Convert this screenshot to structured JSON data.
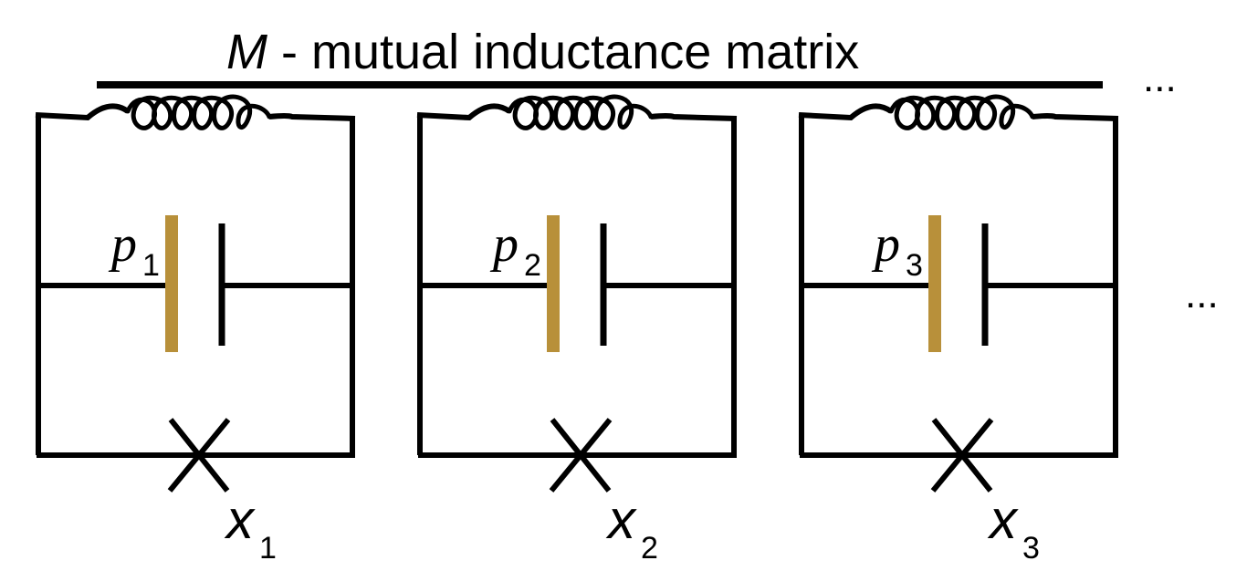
{
  "title": {
    "symbol": "M",
    "separator": " - ",
    "text": "mutual inductance matrix"
  },
  "ellipsis": "...",
  "colors": {
    "wire": "#000000",
    "capacitor_plate_accent": "#b8903a"
  },
  "circuits": [
    {
      "p_var": "p",
      "p_sub": "1",
      "x_var": "x",
      "x_sub": "1"
    },
    {
      "p_var": "p",
      "p_sub": "2",
      "x_var": "x",
      "x_sub": "2"
    },
    {
      "p_var": "p",
      "p_sub": "3",
      "x_var": "x",
      "x_sub": "3"
    }
  ]
}
